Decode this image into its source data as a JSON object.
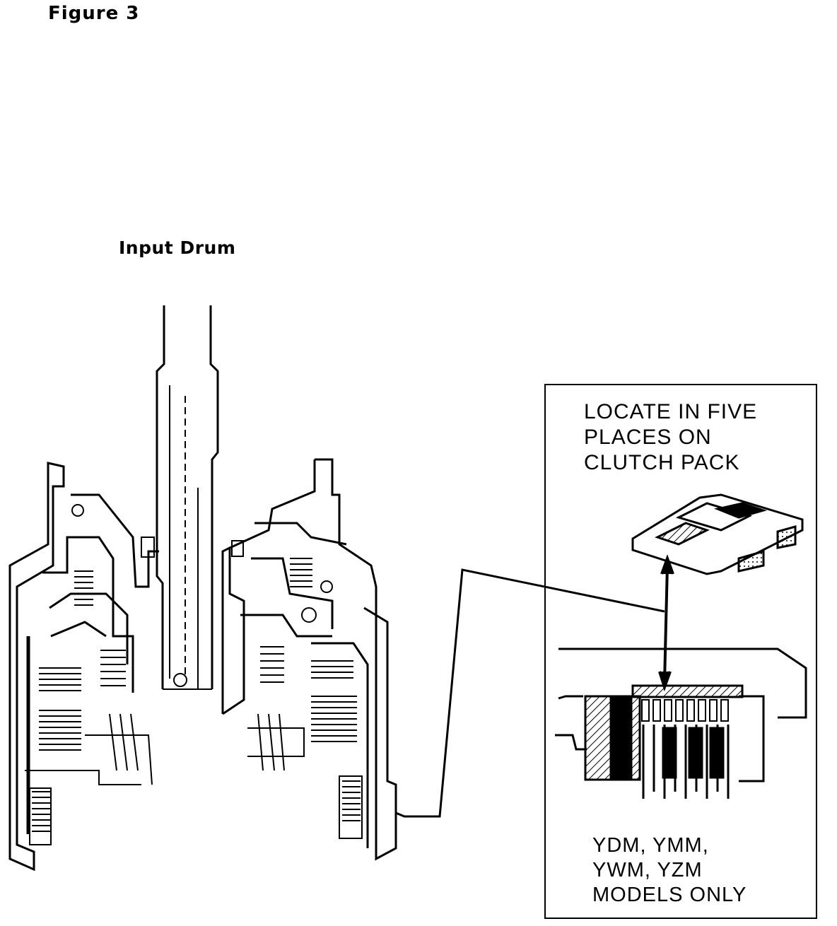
{
  "figure": {
    "title": "Figure 3"
  },
  "assembly": {
    "title": "Input Drum"
  },
  "callout": {
    "top_lines": [
      "LOCATE IN FIVE",
      "PLACES ON",
      "CLUTCH PACK"
    ],
    "bottom_lines": [
      "YDM, YMM,",
      "YWM, YZM",
      "MODELS ONLY"
    ]
  }
}
